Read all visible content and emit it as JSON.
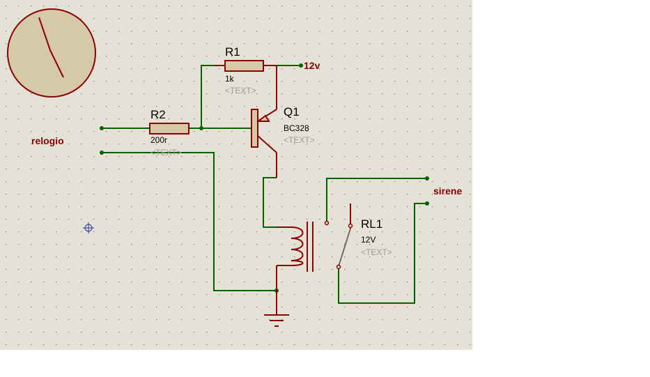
{
  "colors": {
    "sheet": "#e4e2d6",
    "grid_dot": "#6b6b6b",
    "wire": "#006400",
    "component": "#8b0000",
    "component_fill": "#d6c9a7",
    "switch_blade": "#6b6b6b",
    "label": "#000000",
    "placeholder": "#9a9a9a",
    "net_label": "#8b0000"
  },
  "components": {
    "r1": {
      "ref": "R1",
      "value": "1k",
      "text": "<TEXT>"
    },
    "r2": {
      "ref": "R2",
      "value": "200r",
      "text": "<TEXT>"
    },
    "q1": {
      "ref": "Q1",
      "value": "BC328",
      "text": "<TEXT>"
    },
    "rl1": {
      "ref": "RL1",
      "value": "12V",
      "text": "<TEXT>"
    }
  },
  "nets": {
    "power": "12v",
    "input": "relogio",
    "output": "sirene"
  },
  "icons": [
    "analog-meter-icon",
    "crosshair-cursor-icon",
    "ground-icon"
  ]
}
